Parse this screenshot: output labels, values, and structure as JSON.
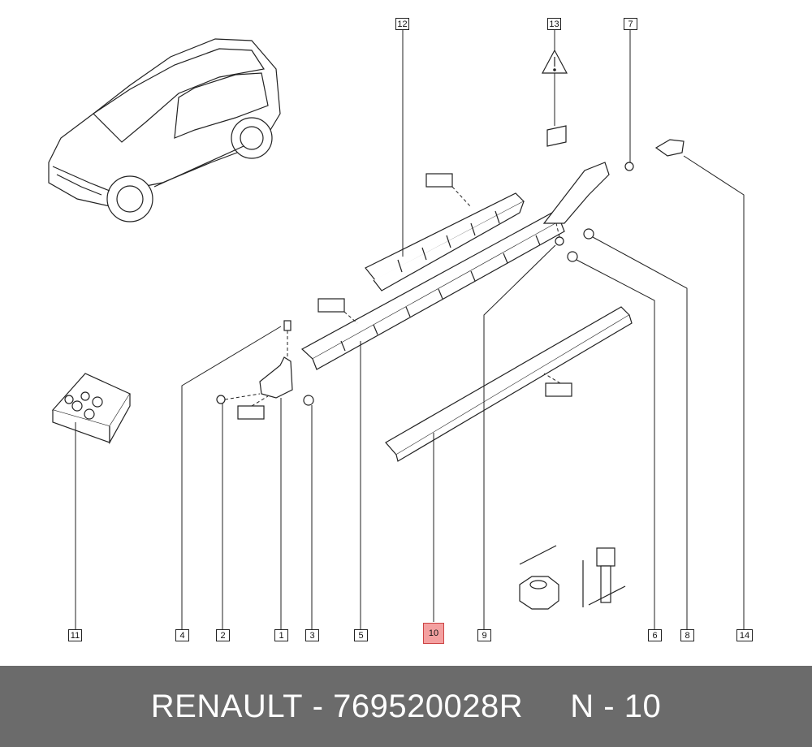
{
  "labels": [
    "11",
    "4",
    "2",
    "1",
    "3",
    "5",
    "10",
    "9",
    "6",
    "8",
    "14",
    "12",
    "13",
    "7"
  ],
  "highlighted_label": "10",
  "footer": {
    "brand": "RENAULT",
    "separator": " - ",
    "part_number": "769520028R",
    "page": "N - 10"
  },
  "colors": {
    "footer_bg": "#6b6b6b",
    "highlight": "#f4a0a0"
  }
}
